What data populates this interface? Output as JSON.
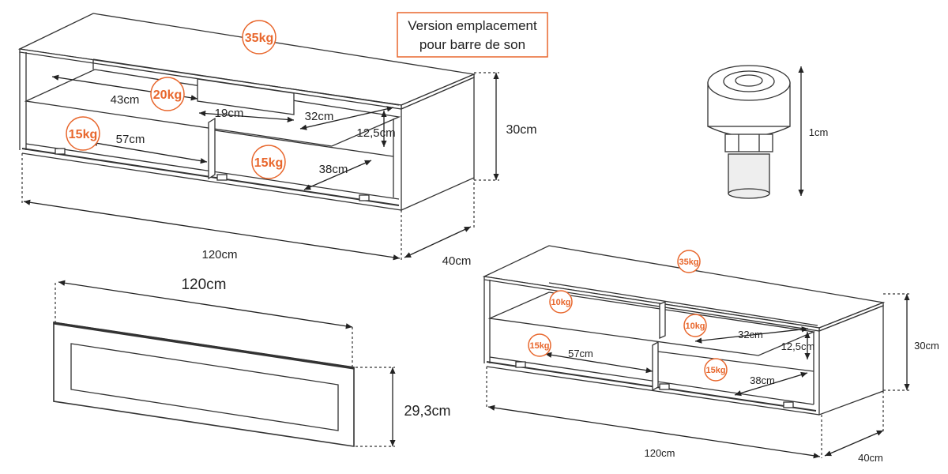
{
  "colors": {
    "accent": "#e8672d",
    "line": "#333333"
  },
  "note": {
    "line1": "Version emplacement",
    "line2": "pour barre de son"
  },
  "meuble_a": {
    "top_weight": "35kg",
    "shelf_weight": "20kg",
    "left_weight": "15kg",
    "right_weight": "15kg",
    "shelf_depth": "43cm",
    "soundbar_gap": "19cm",
    "upper_depth": "32cm",
    "compartment_height": "12,5cm",
    "left_width": "57cm",
    "right_width": "38cm",
    "height": "30cm",
    "width": "120cm",
    "depth": "40cm"
  },
  "meuble_b": {
    "top_weight": "35kg",
    "left_top_weight": "10kg",
    "right_top_weight": "10kg",
    "left_weight": "15kg",
    "right_weight": "15kg",
    "upper_depth": "32cm",
    "compartment_height": "12,5cm",
    "left_width": "57cm",
    "right_width": "38cm",
    "height": "30cm",
    "width": "120cm",
    "depth": "40cm"
  },
  "facade": {
    "width": "120cm",
    "height": "29,3cm"
  },
  "pied": {
    "height": "1cm"
  }
}
